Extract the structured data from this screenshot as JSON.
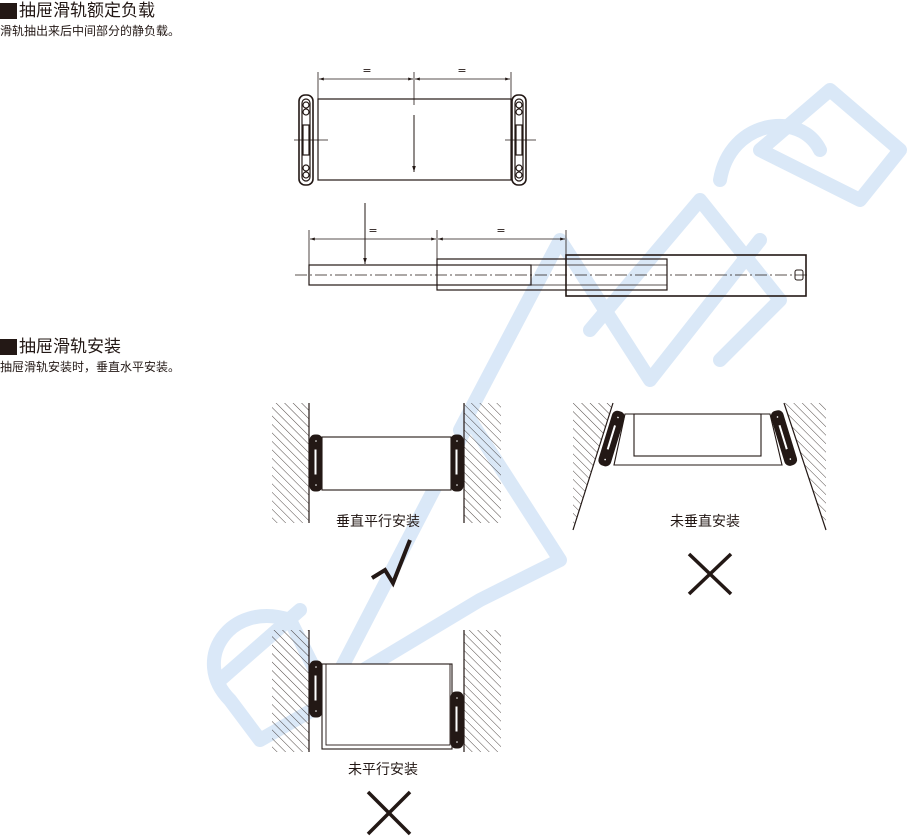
{
  "sections": [
    {
      "title": "抽屉滑轨额定负载",
      "description": "滑轨抽出来后中间部分的静负载。"
    },
    {
      "title": "抽屉滑轨安装",
      "description": "抽屉滑轨安装时，垂直水平安装。"
    }
  ],
  "load_diagram": {
    "front_view": {
      "dimension_labels": [
        "=",
        "="
      ],
      "arrow": "load-arrow-down"
    },
    "side_view": {
      "dimension_labels": [
        "=",
        "="
      ],
      "arrow": "load-arrow-down"
    }
  },
  "installation": [
    {
      "caption": "垂直平行安装",
      "verdict": "correct",
      "mark": "✓"
    },
    {
      "caption": "未垂直安装",
      "verdict": "incorrect",
      "mark": "✕"
    },
    {
      "caption": "未平行安装",
      "verdict": "incorrect",
      "mark": "✕"
    }
  ],
  "colors": {
    "ink": "#231815",
    "watermark": "#d6e6f7"
  }
}
